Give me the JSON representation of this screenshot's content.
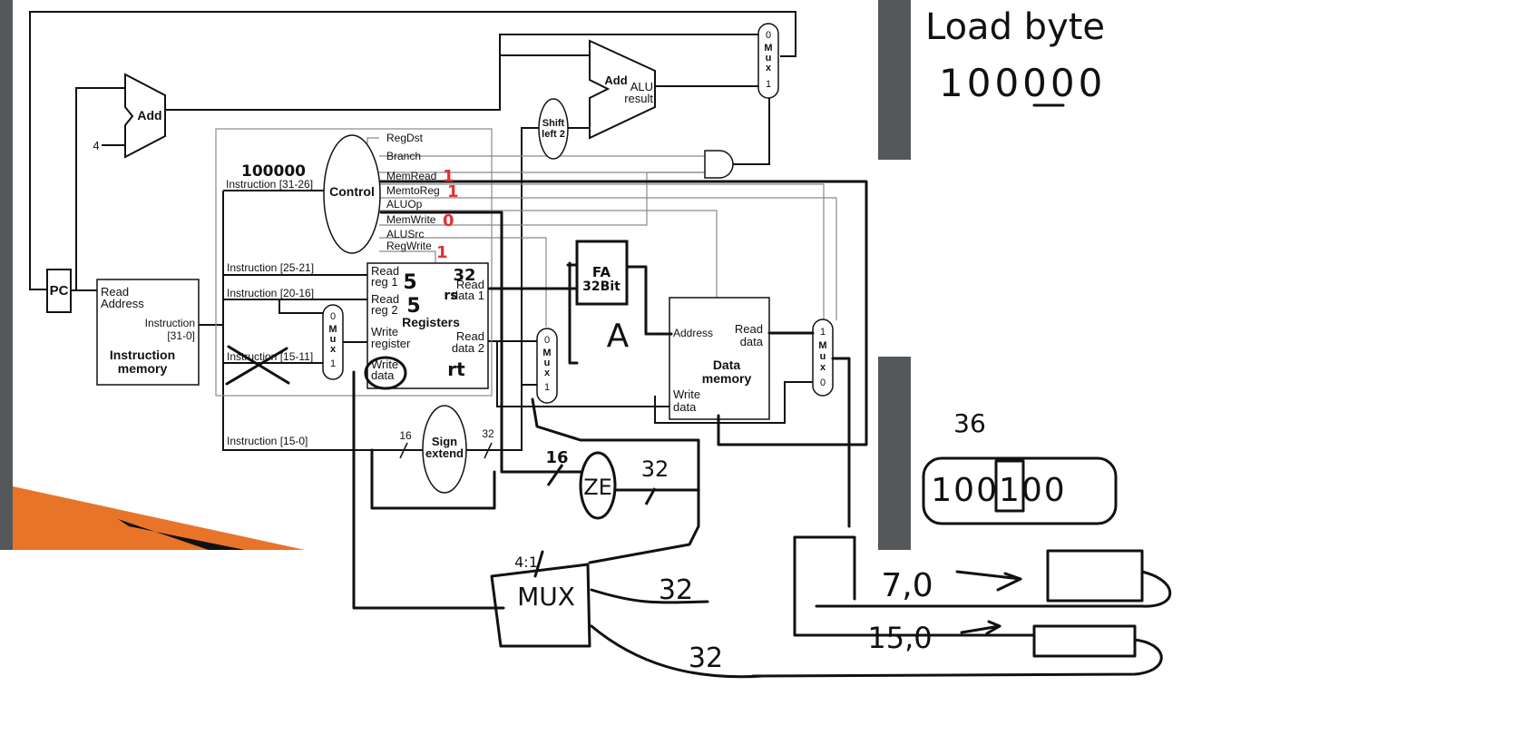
{
  "colors": {
    "slide_bar": "#55585b",
    "accent_orange": "#e8742a",
    "ink": "#111111",
    "red_ink": "#e23030",
    "gray_wire": "#8a8a8a"
  },
  "diagram": {
    "pc": "PC",
    "add_top": "Add",
    "const_four": "4",
    "add_alu": "Add",
    "alu_result_1": "ALU",
    "alu_result_2": "result",
    "shift_1": "Shift",
    "shift_2": "left 2",
    "control": "Control",
    "ctl_regdst": "RegDst",
    "ctl_branch": "Branch",
    "ctl_memread": "MemRead",
    "ctl_memtoreg": "MemtoReg",
    "ctl_aluop": "ALUOp",
    "ctl_memwrite": "MemWrite",
    "ctl_alusrc": "ALUSrc",
    "ctl_regwrite": "RegWrite",
    "instr_31_26": "Instruction [31-26]",
    "instr_25_21": "Instruction [25-21]",
    "instr_20_16": "Instruction [20-16]",
    "instr_15_11": "Instruction [15-11]",
    "instr_15_0": "Instruction [15-0]",
    "im_read_1": "Read",
    "im_read_2": "Address",
    "im_instr_1": "Instruction",
    "im_instr_2": "[31-0]",
    "im_title_1": "Instruction",
    "im_title_2": "memory",
    "reg_rr1_a": "Read",
    "reg_rr1_b": "reg 1",
    "reg_rr2_a": "Read",
    "reg_rr2_b": "reg 2",
    "reg_wr_a": "Write",
    "reg_wr_b": "register",
    "reg_wd_a": "Write",
    "reg_wd_b": "data",
    "reg_rd1_a": "Read",
    "reg_rd1_b": "data 1",
    "reg_rd2_a": "Read",
    "reg_rd2_b": "data 2",
    "registers": "Registers",
    "sign_1": "Sign",
    "sign_2": "extend",
    "w16": "16",
    "w32": "32",
    "mux_letters": [
      "M",
      "u",
      "x"
    ],
    "mux_zero": "0",
    "mux_one": "1",
    "dm_address": "Address",
    "dm_read_1": "Read",
    "dm_read_2": "data",
    "dm_title_1": "Data",
    "dm_title_2": "memory",
    "dm_write_1": "Write",
    "dm_write_2": "data"
  },
  "annotations": {
    "load_byte_title": "Load byte",
    "opcode_main": "100000",
    "opcode_control": "100000",
    "sig_memread": "1",
    "sig_memtoreg": "1",
    "sig_memwrite": "0",
    "sig_regwrite": "1",
    "reg_num_a": "5",
    "reg_num_b": "5",
    "hand_32": "32",
    "hand_rs": "rs",
    "hand_rt": "rt",
    "fa_1": "FA",
    "fa_2": "32Bit",
    "fa_out": "A",
    "ze": "ZE",
    "ze_in": "16",
    "ze_out": "32",
    "mux_label": "MUX",
    "mux_in_width": "4:1",
    "bus_a": "32",
    "bus_b": "32",
    "range_7_0": "7,0",
    "range_15_0": "15,0",
    "num_36": "36",
    "opcode_box": "100100"
  }
}
